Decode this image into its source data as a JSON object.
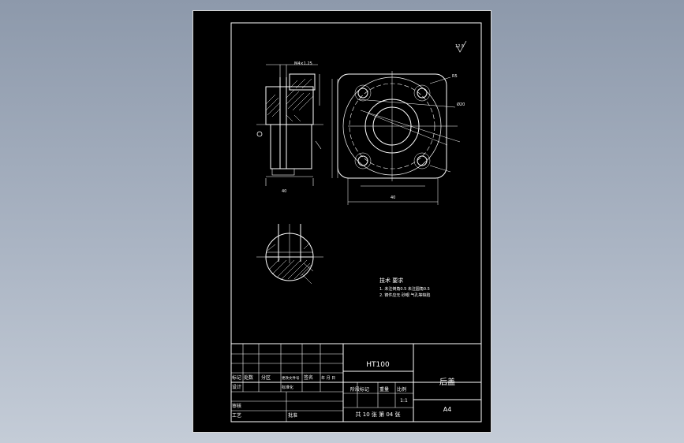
{
  "colors": {
    "background": "#97a3b4",
    "sheet": "#000000",
    "lines": "#ffffff"
  },
  "title_block": {
    "material": "HT100",
    "part_name": "后盖",
    "paper_size": "A4",
    "scale": "1:1",
    "sheet_info": "共 10 张  第 04 张",
    "header_labels": [
      "标记",
      "处数",
      "分区",
      "更改文件号",
      "签名",
      "年 月 日"
    ],
    "row_labels": {
      "design": "设计",
      "standardization": "标准化",
      "review": "审核",
      "process": "工艺",
      "approve": "批准"
    },
    "stage_labels": {
      "stage": "阶段标记",
      "weight": "重量",
      "ratio": "比例"
    }
  },
  "tech_requirements": {
    "title": "技术 要求",
    "items": [
      "1. 未注倒角0.5  未注圆角0.5",
      "2. 铸件应无 砂眼 气孔等缺陷"
    ]
  },
  "dimension_labels": {
    "roughness_corner": "12.5",
    "side_view_top": "M4×1.25",
    "width_bottom": "40",
    "square_width": "40",
    "radius_top": "R5",
    "bore_note": "Ø20"
  }
}
